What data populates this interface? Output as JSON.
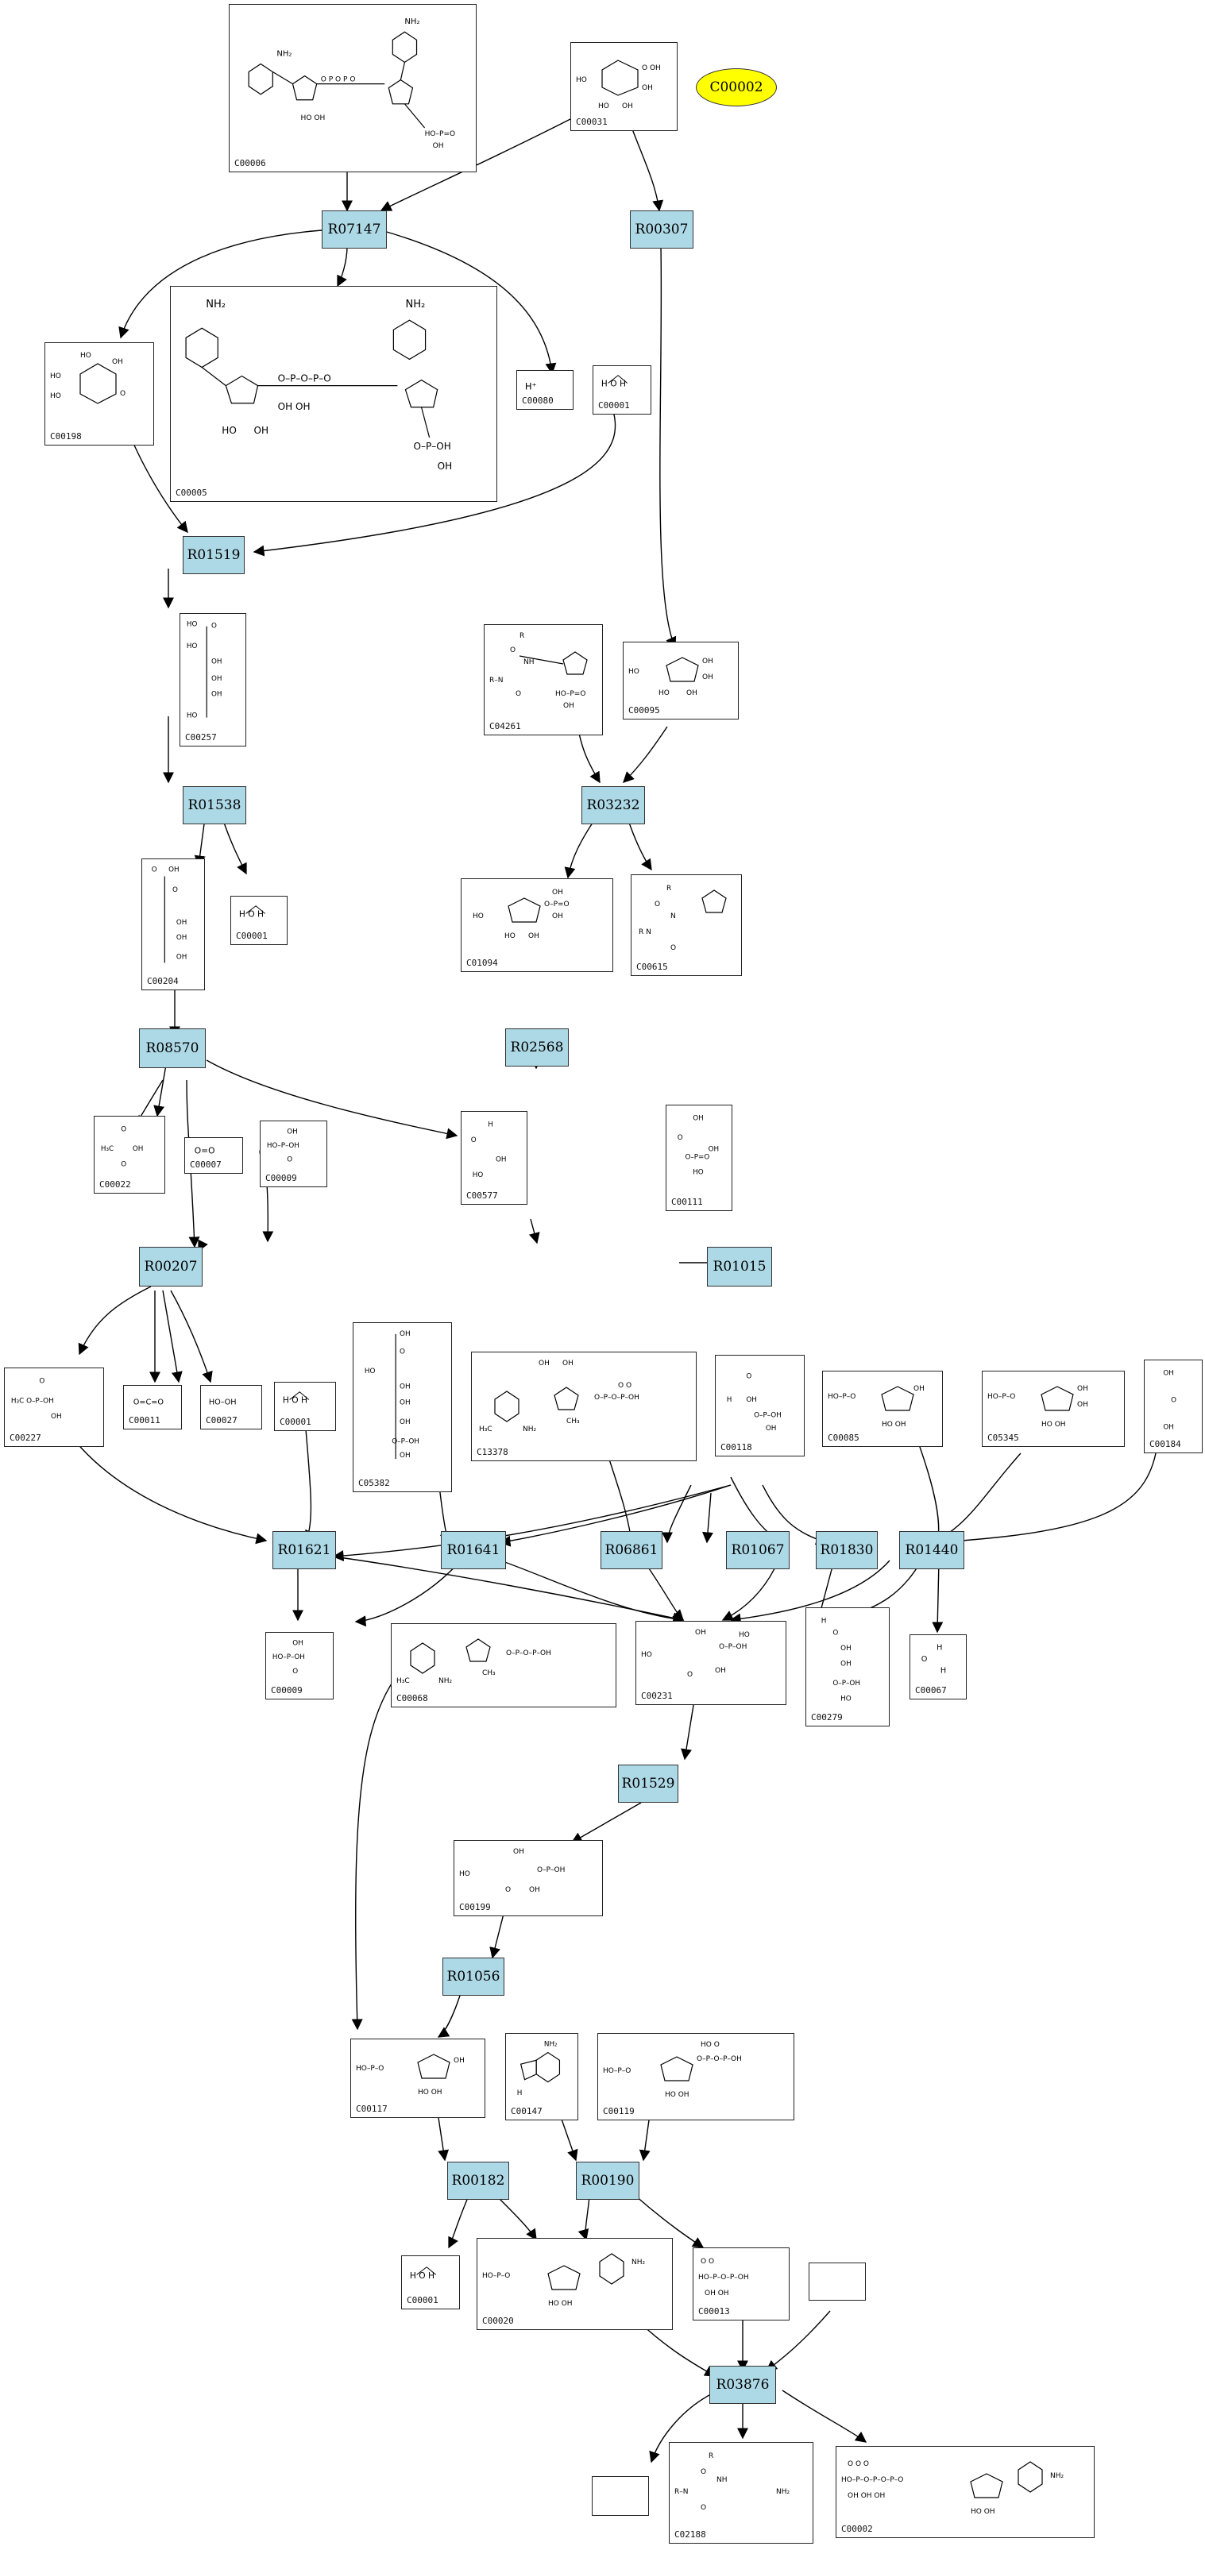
{
  "highlight": {
    "label": "C00002",
    "color": "#ffff00"
  },
  "reaction_color": "#add8e6",
  "reactions": [
    "R07147",
    "R00307",
    "R01519",
    "R01538",
    "R03232",
    "R08570",
    "R02568",
    "R00207",
    "R01015",
    "R01621",
    "R01641",
    "R06861",
    "R01067",
    "R01830",
    "R01440",
    "R01529",
    "R01056",
    "R00182",
    "R00190",
    "R03876"
  ],
  "compounds": [
    "C00006",
    "C00031",
    "C00198",
    "C00005",
    "C00080",
    "C00001",
    "C00257",
    "C04261",
    "C00095",
    "C00204",
    "C01094",
    "C00615",
    "C00022",
    "C00007",
    "C00009",
    "C00577",
    "C00111",
    "C00227",
    "C00011",
    "C00027",
    "C05382",
    "C13378",
    "C00118",
    "C00085",
    "C05345",
    "C00184",
    "C00068",
    "C00231",
    "C00279",
    "C00067",
    "C00199",
    "C00117",
    "C00147",
    "C00119",
    "C00020",
    "C00013",
    "C02188",
    "C00002"
  ],
  "mol_labels": {
    "h_plus": "H⁺",
    "o2": "O=O",
    "h2o2": "HO–OH",
    "co2": "O=C=O",
    "water": "H  O  H"
  }
}
